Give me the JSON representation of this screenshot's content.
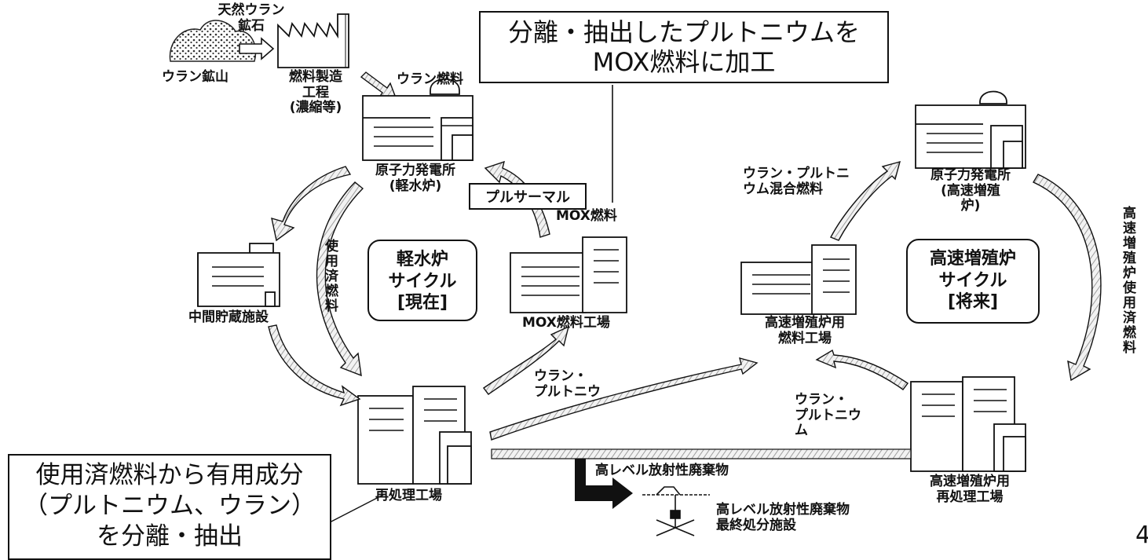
{
  "callouts": {
    "mox_processing": "分離・抽出したプルトニウムを\nMOX燃料に加工",
    "reprocessing_purpose": "使用済燃料から有用成分\n（プルトニウム、ウラン）\nを分離・抽出"
  },
  "facilities": {
    "uranium_mine": "ウラン鉱山",
    "fuel_fabrication": "燃料製造\n工程\n(濃縮等)",
    "lwr_plant": "原子力発電所\n(軽水炉)",
    "interim_storage": "中間貯蔵施設",
    "mox_plant": "MOX燃料工場",
    "reprocessing_plant": "再処理工場",
    "fbr_plant": "原子力発電所\n(高速増殖\n炉)",
    "fbr_fuel_plant": "高速増殖炉用\n燃料工場",
    "fbr_reprocessing": "高速増殖炉用\n再処理工場",
    "hlw_disposal": "高レベル放射性廃棄物\n最終処分施設"
  },
  "flows": {
    "natural_uranium_ore": "天然ウラン\n鉱石",
    "uranium_fuel": "ウラン燃料",
    "spent_fuel": "使用済燃料",
    "mox_fuel": "MOX燃料",
    "pluthermal": "プルサーマル",
    "u_pu_to_mox": "ウラン・\nプルトニウ",
    "u_pu_mixed_fuel": "ウラン・プルトニ\nウム混合燃料",
    "u_pu_fbr": "ウラン・\nプルトニウ\nム",
    "fbr_spent_fuel": "高速増殖炉使用済燃料",
    "hlw": "高レベル放射性廃棄物"
  },
  "cycles": {
    "lwr_cycle": "軽水炉\nサイクル\n[現在]",
    "fbr_cycle": "高速増殖炉\nサイクル\n[将来]"
  },
  "page_number": "4",
  "colors": {
    "ink": "#111111",
    "arrow_fill": "#f2f2f2",
    "hatch": "#8a8a8a"
  }
}
